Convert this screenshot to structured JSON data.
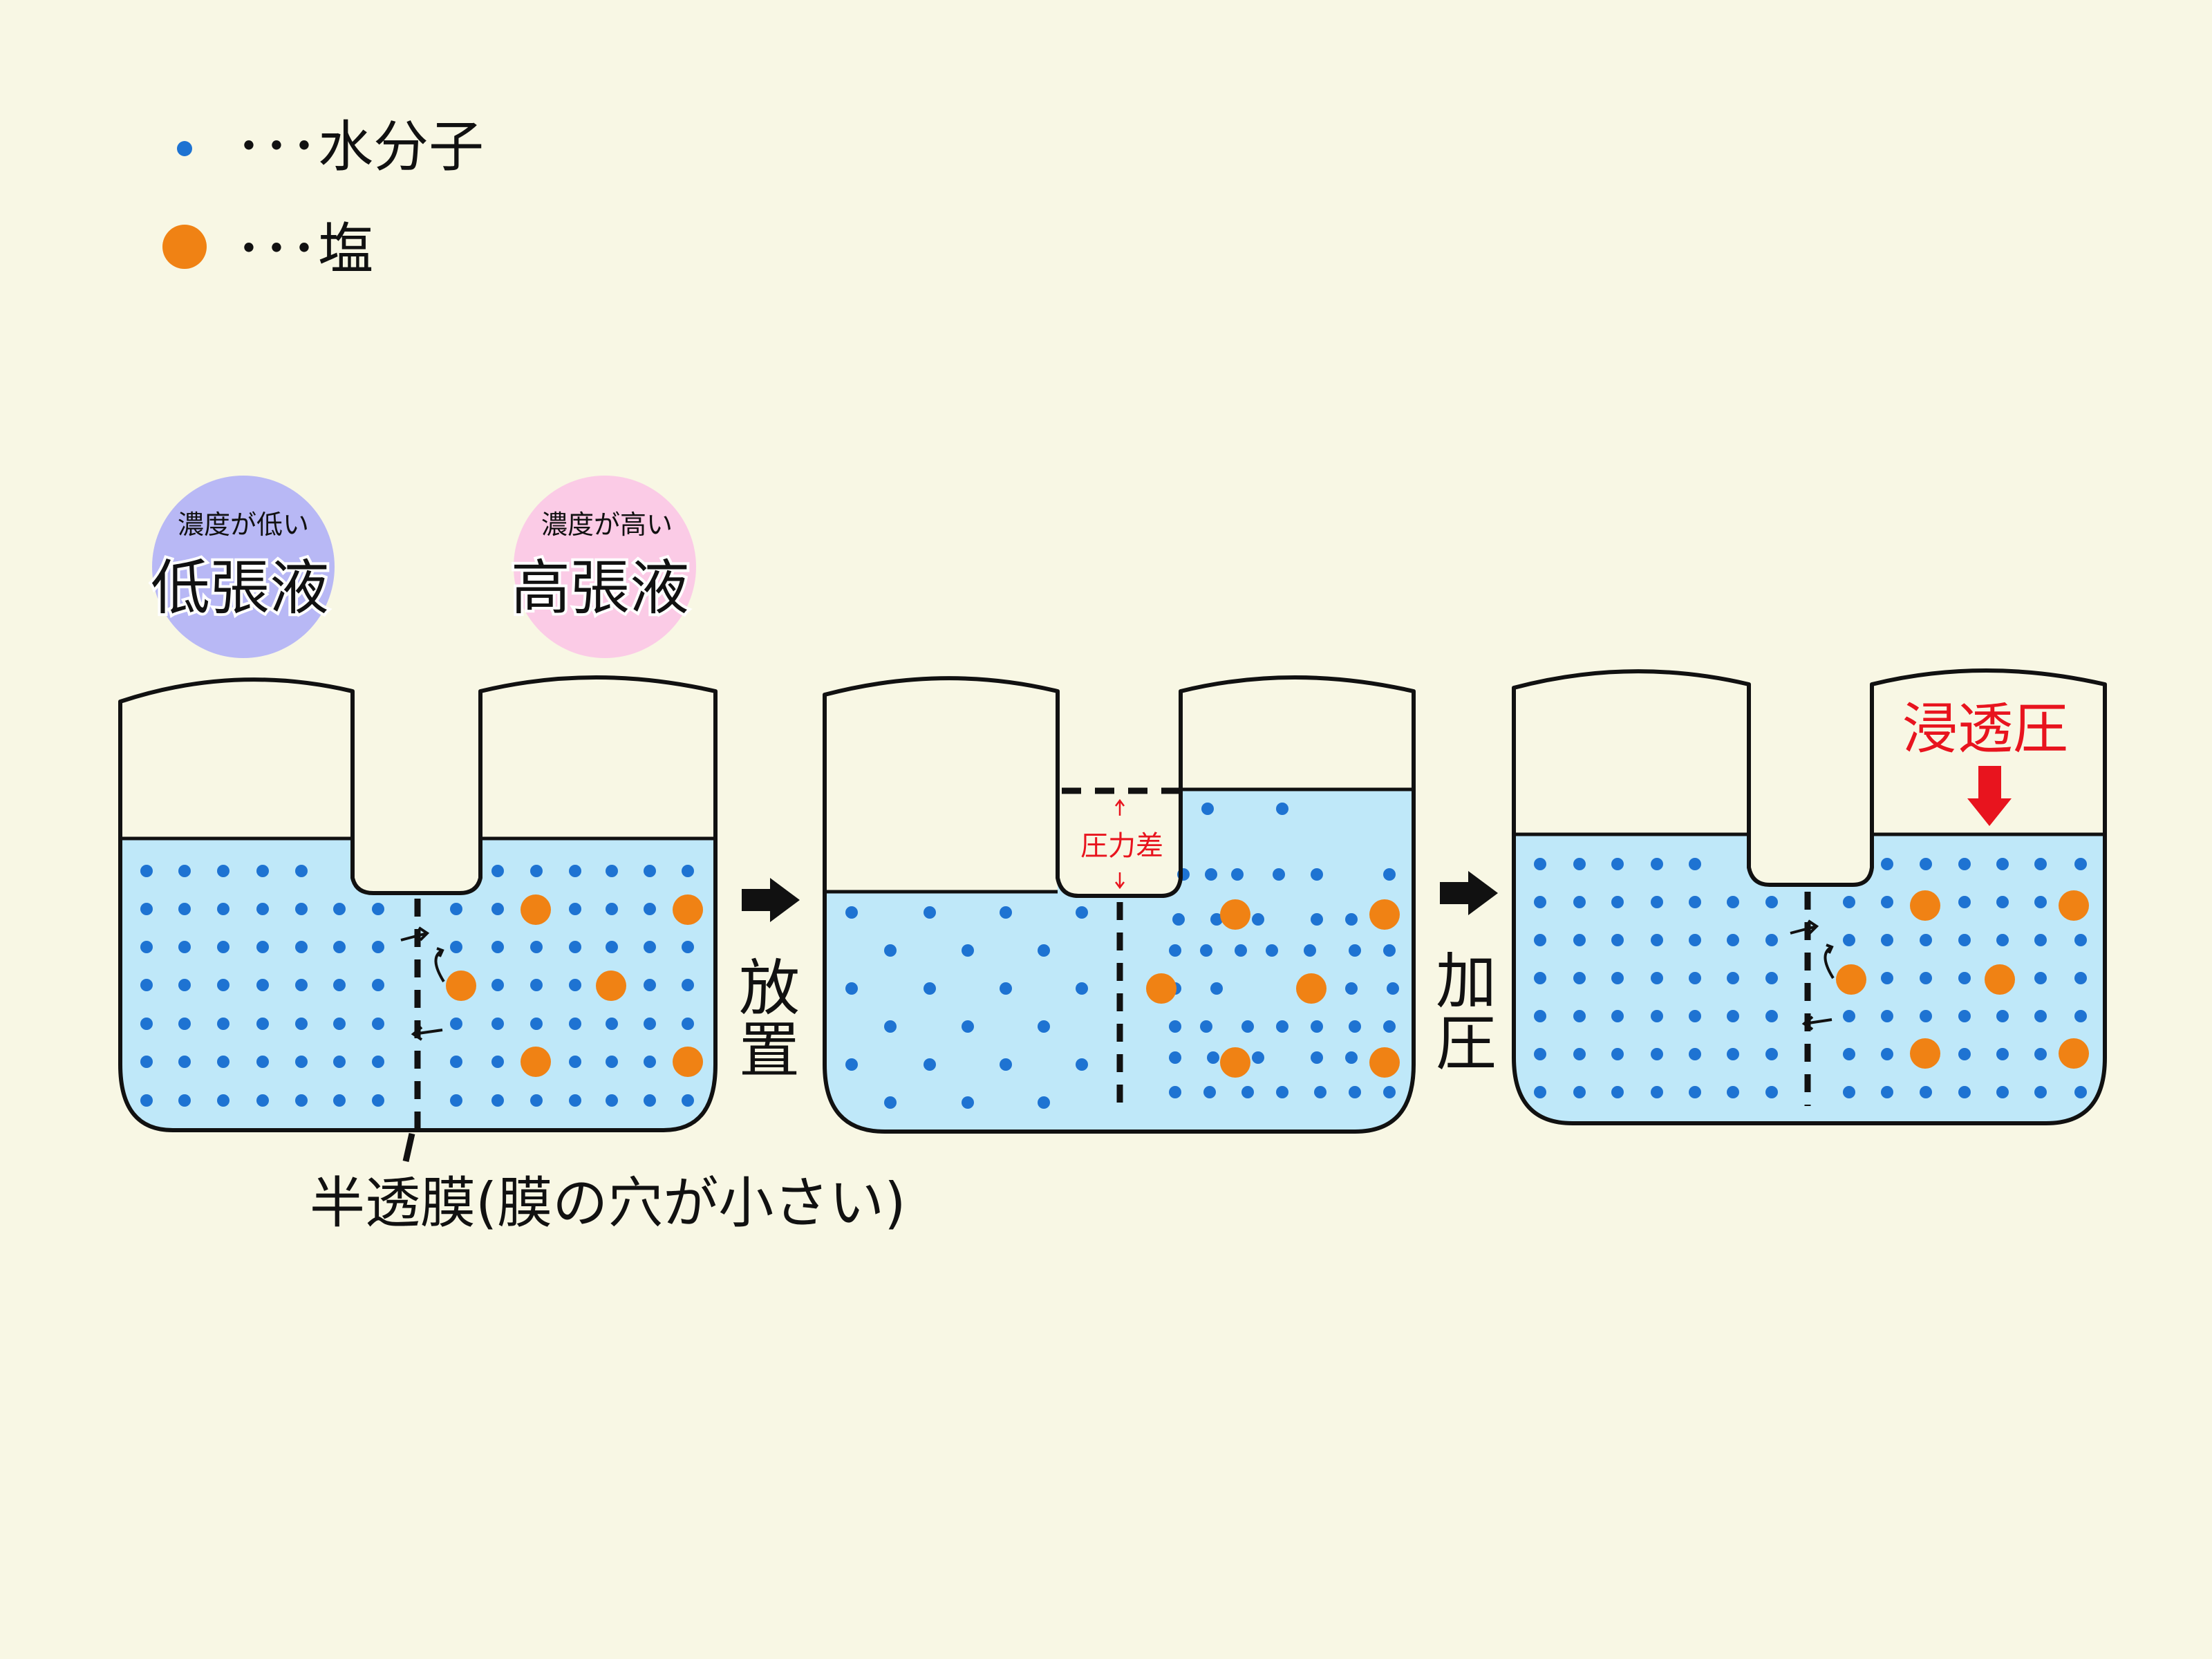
{
  "legend": {
    "water": {
      "label": "･･･水分子",
      "color": "#1e73d2"
    },
    "salt": {
      "label": "･･･塩",
      "color": "#f08214"
    }
  },
  "labels": {
    "hypotonic": {
      "subtitle": "濃度が低い",
      "title": "低張液",
      "bubble_color": "#b8b8f5"
    },
    "hypertonic": {
      "subtitle": "濃度が高い",
      "title": "高張液",
      "bubble_color": "#fbcbe6"
    }
  },
  "steps": {
    "leave": {
      "chars": [
        "放",
        "置"
      ]
    },
    "pressurize": {
      "chars": [
        "加",
        "圧"
      ]
    }
  },
  "annotations": {
    "pressure_difference": "圧力差",
    "osmotic_pressure": "浸透圧",
    "membrane": "半透膜(膜の穴が小さい)"
  },
  "colors": {
    "background": "#f8f7e4",
    "solution": "#bfe8f9",
    "outline": "#111111",
    "accent_red": "#e8141e"
  }
}
